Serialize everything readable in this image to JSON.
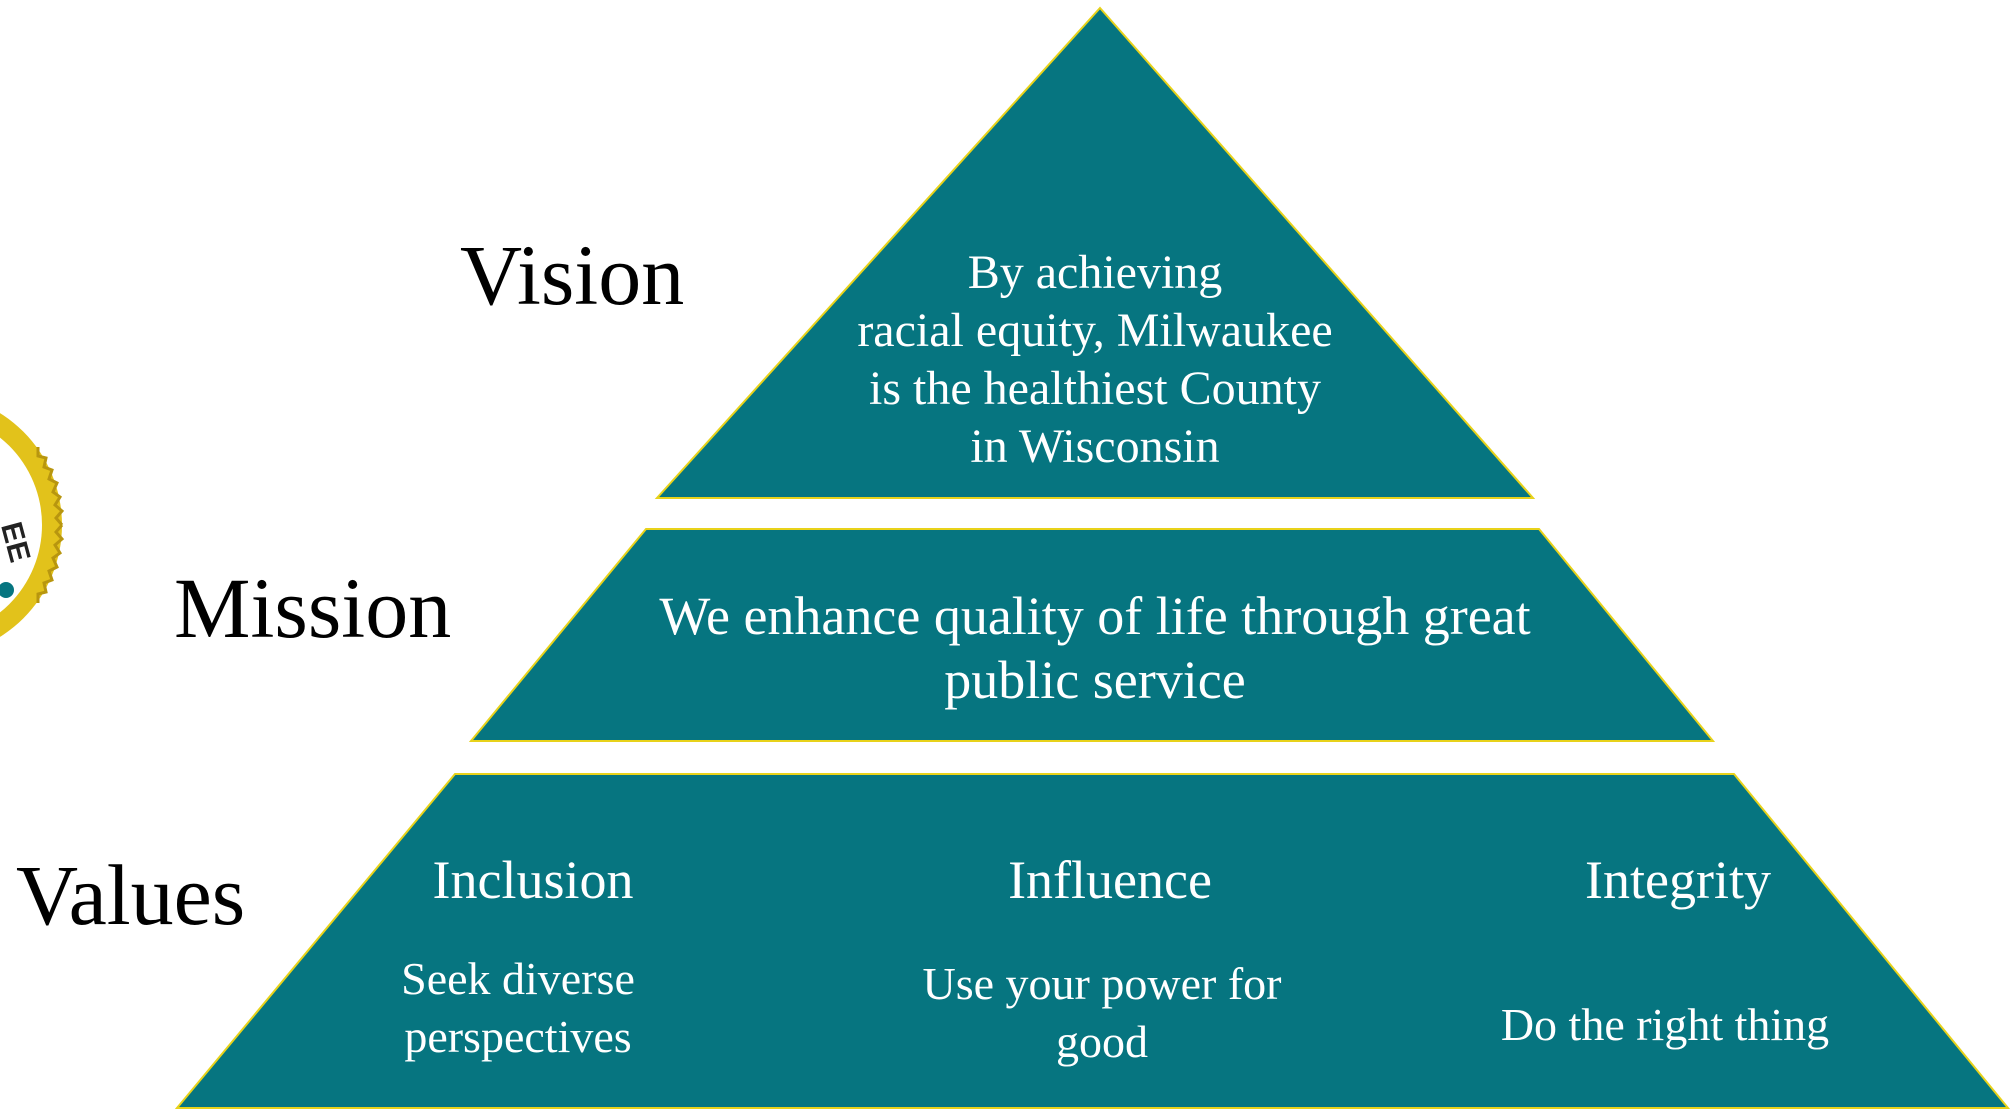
{
  "colors": {
    "tier_fill": "#067580",
    "tier_outline": "#e8d21a",
    "label_text": "#000000",
    "tier_text": "#ffffff",
    "seal_ring": "#e2c21b",
    "seal_accent": "#067580"
  },
  "labels": {
    "vision": "Vision",
    "mission": "Mission",
    "values": "Values"
  },
  "vision": {
    "lines": [
      "By achieving",
      "racial equity, Milwaukee",
      "is the healthiest County",
      "in Wisconsin"
    ]
  },
  "mission": {
    "lines": [
      "We enhance quality of life through great",
      "public service"
    ]
  },
  "values": [
    {
      "title": "Inclusion",
      "desc": [
        "Seek diverse",
        "perspectives"
      ]
    },
    {
      "title": "Influence",
      "desc": [
        "Use your power for",
        "good"
      ]
    },
    {
      "title": "Integrity",
      "desc": [
        "Do the right thing"
      ]
    }
  ],
  "seal": {
    "visible_text": "EE",
    "icon": "county-seal-logo"
  }
}
